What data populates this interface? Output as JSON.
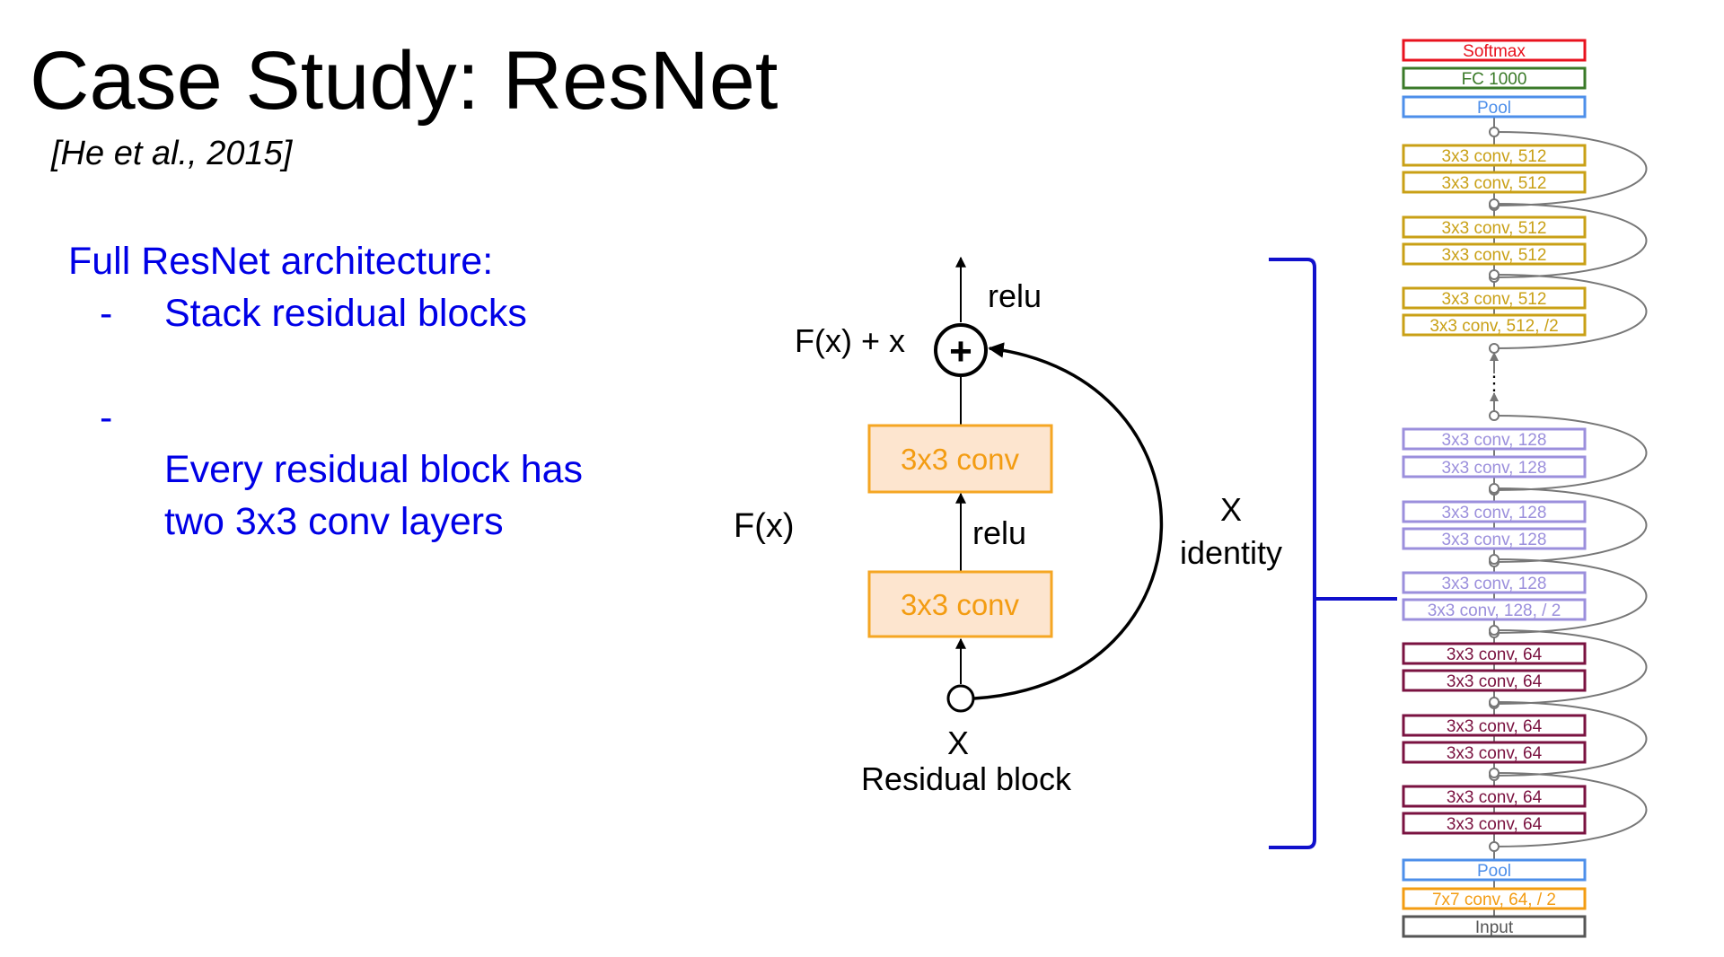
{
  "slide": {
    "title": "Case Study: ResNet",
    "citation": "[He et al., 2015]",
    "architecture": {
      "heading": "Full ResNet architecture:",
      "bullet_marker": "-",
      "bullets": [
        "Stack residual blocks",
        "Every residual block has\ntwo 3x3 conv layers"
      ]
    }
  },
  "residual_block": {
    "output_label": "F(x) + x",
    "top_relu": "relu",
    "mid_relu": "relu",
    "fx_label": "F(x)",
    "conv_top": "3x3 conv",
    "conv_bottom": "3x3 conv",
    "input_label": "X",
    "caption": "Residual block",
    "identity_x": "X",
    "identity_label": "identity",
    "plus_symbol": "+"
  },
  "network_stack": {
    "layers": [
      {
        "label": "Softmax",
        "color": "#e8121e"
      },
      {
        "label": "FC 1000",
        "color": "#3a7a28"
      },
      {
        "label": "Pool",
        "color": "#4d8fea"
      },
      {
        "label": "3x3 conv, 512",
        "color": "#c9a016"
      },
      {
        "label": "3x3 conv, 512",
        "color": "#c9a016"
      },
      {
        "label": "3x3 conv, 512",
        "color": "#c9a016"
      },
      {
        "label": "3x3 conv, 512",
        "color": "#c9a016"
      },
      {
        "label": "3x3 conv, 512",
        "color": "#c9a016"
      },
      {
        "label": "3x3 conv, 512, /2",
        "color": "#c9a016"
      },
      {
        "label": "3x3 conv, 128",
        "color": "#9b8fdc"
      },
      {
        "label": "3x3 conv, 128",
        "color": "#9b8fdc"
      },
      {
        "label": "3x3 conv, 128",
        "color": "#9b8fdc"
      },
      {
        "label": "3x3 conv, 128",
        "color": "#9b8fdc"
      },
      {
        "label": "3x3 conv, 128",
        "color": "#9b8fdc"
      },
      {
        "label": "3x3 conv, 128, / 2",
        "color": "#9b8fdc"
      },
      {
        "label": "3x3 conv, 64",
        "color": "#7a1240"
      },
      {
        "label": "3x3 conv, 64",
        "color": "#7a1240"
      },
      {
        "label": "3x3 conv, 64",
        "color": "#7a1240"
      },
      {
        "label": "3x3 conv, 64",
        "color": "#7a1240"
      },
      {
        "label": "3x3 conv, 64",
        "color": "#7a1240"
      },
      {
        "label": "3x3 conv, 64",
        "color": "#7a1240"
      },
      {
        "label": "Pool",
        "color": "#4d8fea"
      },
      {
        "label": "7x7 conv, 64, / 2",
        "color": "#f39c12"
      },
      {
        "label": "Input",
        "color": "#555555"
      }
    ],
    "ellipsis": "⋮"
  },
  "colors": {
    "text_blue": "#0000e6",
    "conv_fill": "#fde5cf",
    "conv_stroke": "#f5a623",
    "bracket": "#1010cc"
  }
}
